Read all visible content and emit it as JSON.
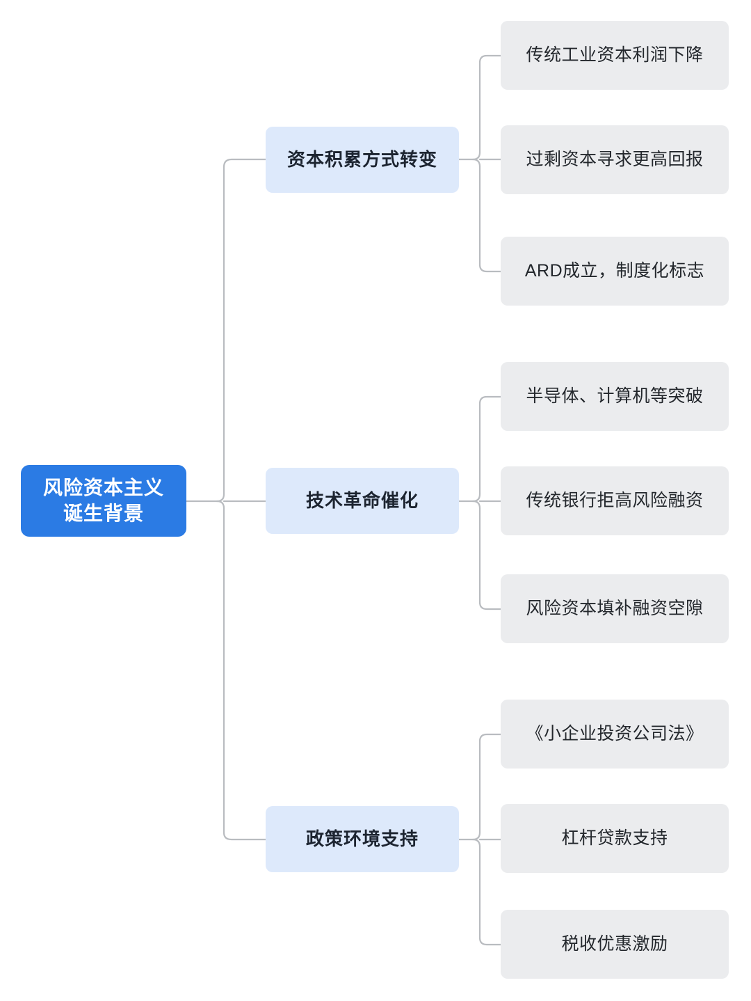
{
  "diagram": {
    "type": "mind-map",
    "orientation": "left-to-right",
    "colors": {
      "root_bg": "#2b7be4",
      "root_text": "#ffffff",
      "branch_bg": "#dde9fb",
      "branch_text": "#1c2430",
      "leaf_bg": "#ebecee",
      "leaf_text": "#23272c",
      "connector": "#b9bcc0",
      "page_bg": "#ffffff"
    },
    "root": {
      "label": "风险资本主义\n诞生背景",
      "line1": "风险资本主义",
      "line2": "诞生背景"
    },
    "branches": [
      {
        "label": "资本积累方式转变",
        "leaves": [
          {
            "label": "传统工业资本利润下降"
          },
          {
            "label": "过剩资本寻求更高回报"
          },
          {
            "label": "ARD成立，制度化标志"
          }
        ]
      },
      {
        "label": "技术革命催化",
        "leaves": [
          {
            "label": "半导体、计算机等突破"
          },
          {
            "label": "传统银行拒高风险融资"
          },
          {
            "label": "风险资本填补融资空隙"
          }
        ]
      },
      {
        "label": "政策环境支持",
        "leaves": [
          {
            "label": "《小企业投资公司法》"
          },
          {
            "label": "杠杆贷款支持"
          },
          {
            "label": "税收优惠激励"
          }
        ]
      }
    ]
  },
  "layout": {
    "branch_tops": [
      182,
      672,
      1158
    ],
    "leaf_tops": [
      30,
      180,
      340,
      520,
      670,
      825,
      1005,
      1155,
      1307
    ]
  }
}
